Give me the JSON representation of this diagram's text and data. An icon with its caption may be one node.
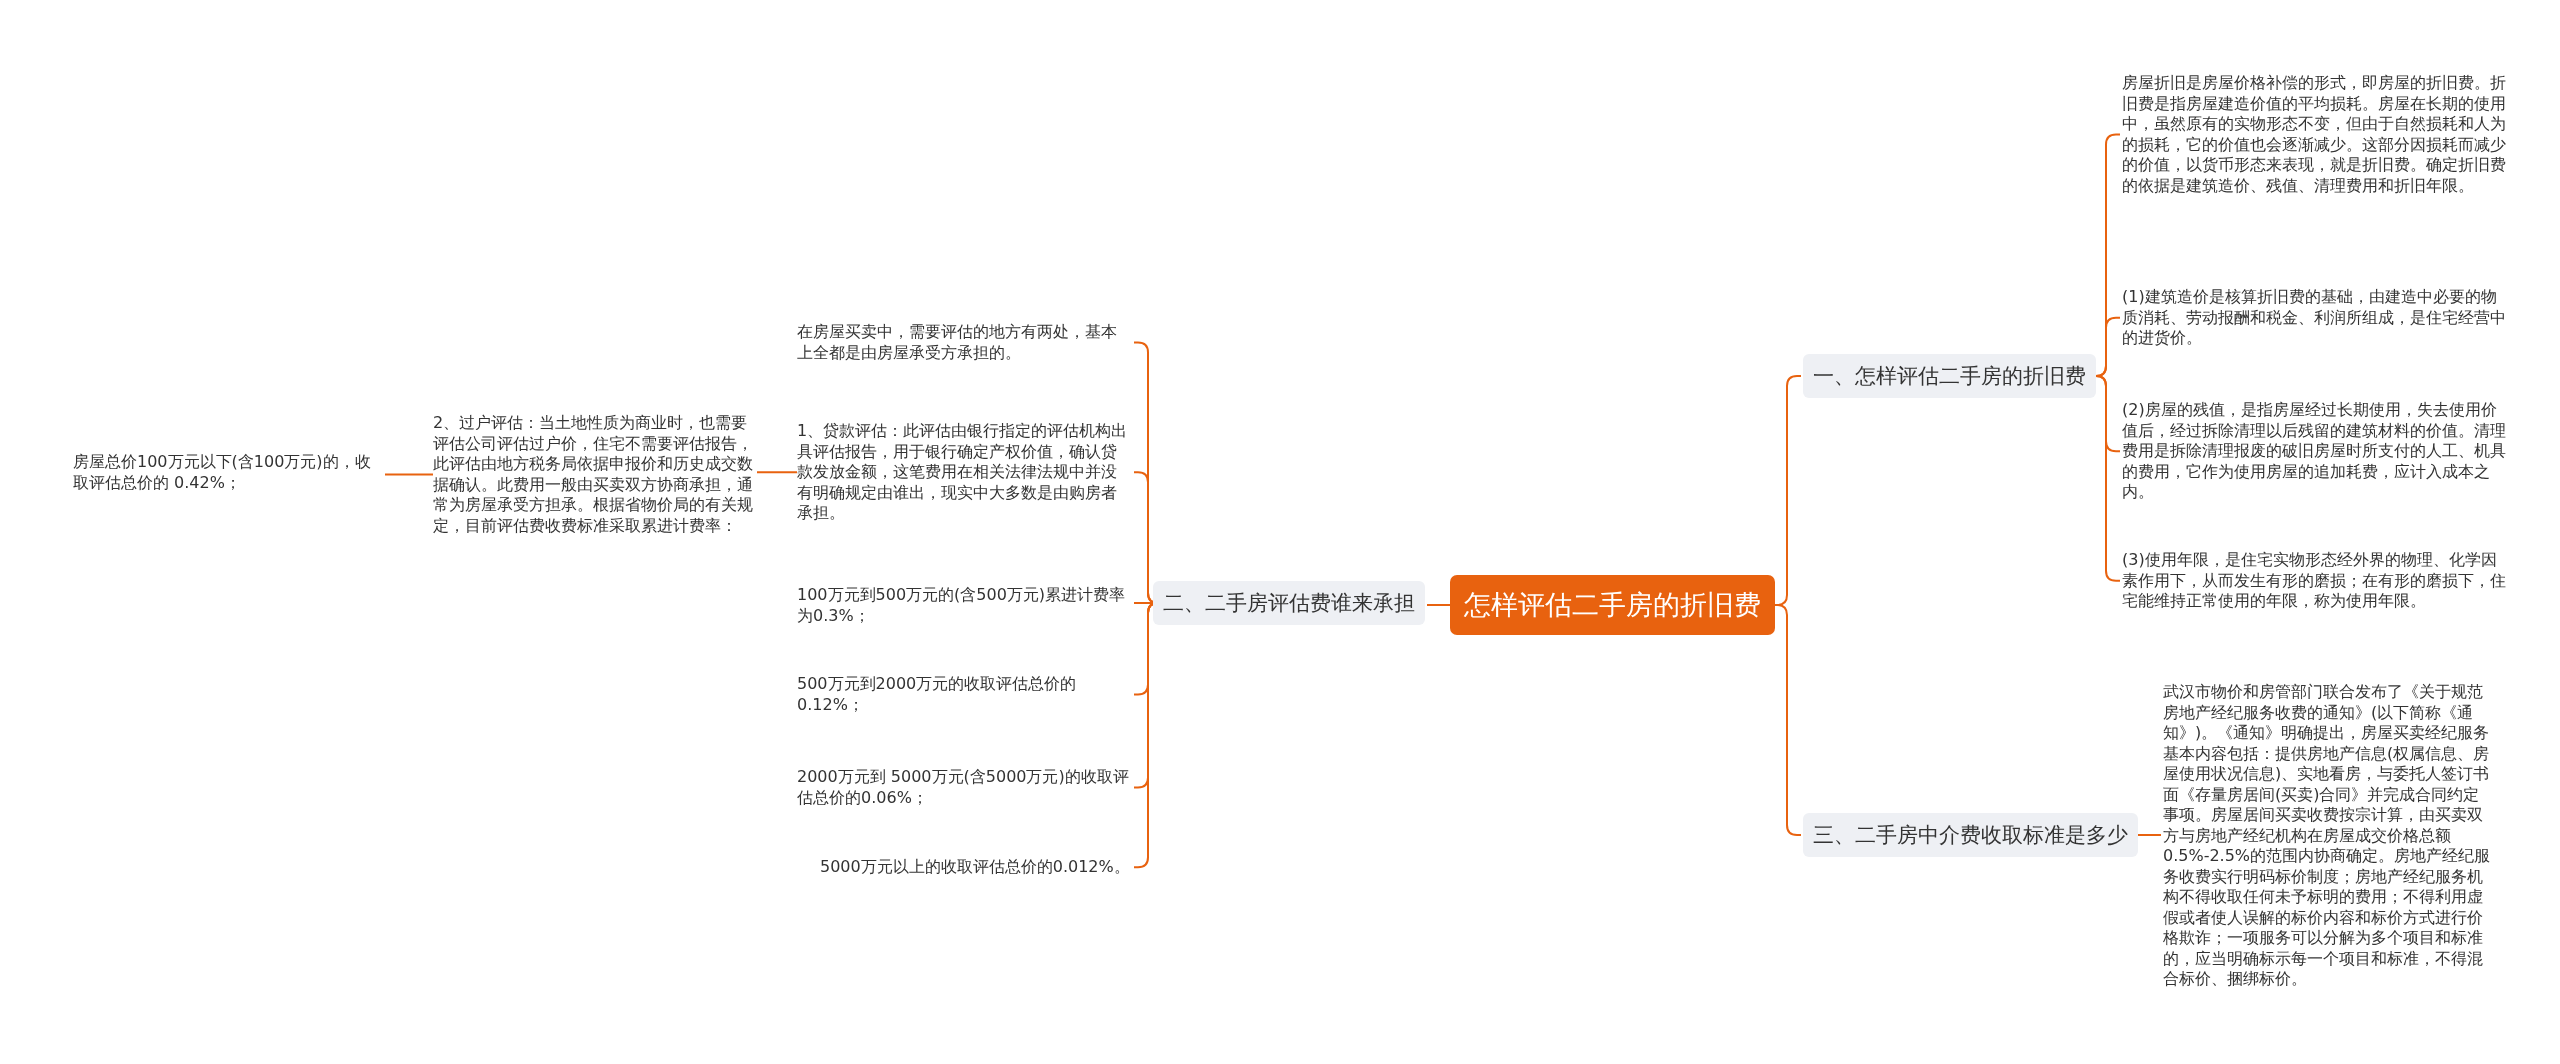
{
  "diagram": {
    "nodes": [
      {
        "text": [
          "怎样评估二手房的折旧费"
        ]
      },
      {
        "text": [
          "一、怎样评估二手房的折旧费"
        ]
      },
      {
        "text": [
          "房屋折旧是房屋价格补偿的形式，即房屋的折旧费。折旧费是指房屋建造价值的平均损耗。房屋在长期的使用中，虽然原有的实物形态不变，但由于自然损耗和人为的损耗，它的价值也会逐渐减少。这部分因损耗而减少的价值，以货币形态来表现，就是折旧费。确定折旧费的依据是建筑造价、残值、清理费用和折旧年限。"
        ]
      },
      {
        "text": [
          "(1)建筑造价是核算折旧费的基础，由建造中必要的物质消耗、劳动报酬和税金、利润所组成，是住宅经营中的进货价。"
        ]
      },
      {
        "text": [
          "(2)房屋的残值，是指房屋经过长期使用，失去使用价值后，经过拆除清理以后残留的建筑材料的价值。清理费用是拆除清理报废的破旧房屋时所支付的人工、机具的费用，它作为使用房屋的追加耗费，应计入成本之内。"
        ]
      },
      {
        "text": [
          "(3)使用年限，是住宅实物形态经外界的物理、化学因素作用下，从而发生有形的磨损；在有形的磨损下，住宅能维持正常使用的年限，称为使用年限。"
        ]
      },
      {
        "text": [
          "三、二手房中介费收取标准是多少"
        ]
      },
      {
        "text": [
          "武汉市物价和房管部门联合发布了《关于规范房地产经纪服务收费的通知》(以下简称《通知》)。《通知》明确提出，房屋买卖经纪服务基本内容包括：提供房地产信息(权属信息、房屋使用状况信息)、实地看房，与委托人签订书面《存量房居间(买卖)合同》并完成合同约定事项。房屋居间买卖收费按宗计算，由买卖双方与房地产经纪机构在房屋成交价格总额0.5%-2.5%的范围内协商确定。房地产经纪服务收费实行明码标价制度；房地产经纪服务机构不得收取任何未予标明的费用；不得利用虚假或者使人误解的标价内容和标价方式进行价格欺诈；一项服务可以分解为多个项目和标准的，应当明确标示每一个项目和标准，不得混合标价、捆绑标价。"
        ]
      },
      {
        "text": [
          "二、二手房评估费谁来承担"
        ]
      },
      {
        "text": [
          "在房屋买卖中，需要评估的地方有两处，基本上全都是由房屋承受方承担的。"
        ]
      },
      {
        "text": [
          "1、贷款评估：此评估由银行指定的评估机构出具评估报告，用于银行确定产权价值，确认贷款发放金额，这笔费用在相关法律法规中并没有明确规定由谁出，现实中大多数是由购房者承担。"
        ]
      },
      {
        "text": [
          "2、过户评估：当土地性质为商业时，也需要评估公司评估过户价，住宅不需要评估报告，此评估由地方税务局依据申报价和历史成交数据确认。此费用一般由买卖双方协商承担，通常为房屋承受方担承。根据省物价局的有关规定，目前评估费收费标准采取累进计费率："
        ]
      },
      {
        "text": [
          "房屋总价100万元以下(含100万元)的，收取评估总价的 0.42%；"
        ]
      },
      {
        "text": [
          "100万元到500万元的(含500万元)累进计费率为0.3%；"
        ]
      },
      {
        "text": [
          "500万元到2000万元的收取评估总价的0.12%；"
        ]
      },
      {
        "text": [
          "2000万元到 5000万元(含5000万元)的收取评估总价的0.06%；"
        ]
      },
      {
        "text": [
          "5000万元以上的收取评估总价的0.012%。"
        ]
      }
    ],
    "edges": [
      {
        "from": 0,
        "to": 1,
        "arrow": "none"
      },
      {
        "from": 1,
        "to": 2,
        "arrow": "none"
      },
      {
        "from": 1,
        "to": 3,
        "arrow": "none"
      },
      {
        "from": 1,
        "to": 4,
        "arrow": "none"
      },
      {
        "from": 1,
        "to": 5,
        "arrow": "none"
      },
      {
        "from": 0,
        "to": 6,
        "arrow": "none"
      },
      {
        "from": 6,
        "to": 7,
        "arrow": "none"
      },
      {
        "from": 0,
        "to": 8,
        "arrow": "none"
      },
      {
        "from": 8,
        "to": 9,
        "arrow": "none"
      },
      {
        "from": 8,
        "to": 10,
        "arrow": "none"
      },
      {
        "from": 10,
        "to": 11,
        "arrow": "none"
      },
      {
        "from": 11,
        "to": 12,
        "arrow": "none"
      },
      {
        "from": 8,
        "to": 13,
        "arrow": "none"
      },
      {
        "from": 8,
        "to": 14,
        "arrow": "none"
      },
      {
        "from": 8,
        "to": 15,
        "arrow": "none"
      },
      {
        "from": 8,
        "to": 16,
        "arrow": "none"
      }
    ]
  }
}
